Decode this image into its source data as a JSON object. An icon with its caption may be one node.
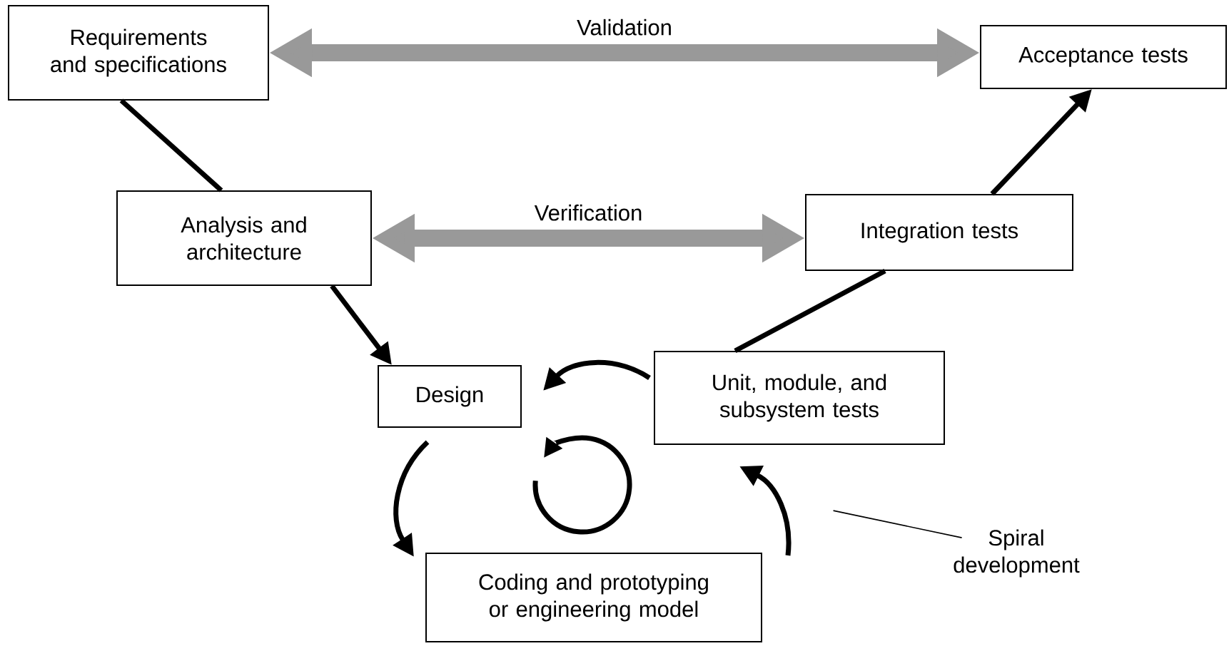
{
  "diagram": {
    "nodes": [
      {
        "text": [
          "Requirements and specifications"
        ]
      },
      {
        "text": [
          "Acceptance tests"
        ]
      },
      {
        "text": [
          "Analysis and architecture"
        ]
      },
      {
        "text": [
          "Integration tests"
        ]
      },
      {
        "text": [
          "Design"
        ]
      },
      {
        "text": [
          "Unit, module, and subsystem tests"
        ]
      },
      {
        "text": [
          "Coding and prototyping or engineering model"
        ]
      },
      {
        "text": [
          "Spiral development"
        ]
      }
    ],
    "edges": [
      {
        "from": 0,
        "to": 1,
        "arrow": "both",
        "label": "Validation",
        "style": "thick",
        "color": "#999999"
      },
      {
        "from": 0,
        "to": 2,
        "arrow": "none"
      },
      {
        "from": 2,
        "to": 3,
        "arrow": "both",
        "label": "Verification",
        "style": "thick",
        "color": "#999999"
      },
      {
        "from": 2,
        "to": 4,
        "arrow": "to"
      },
      {
        "from": 5,
        "to": 3,
        "arrow": "none"
      },
      {
        "from": 3,
        "to": 1,
        "arrow": "to"
      },
      {
        "from": 5,
        "to": 4,
        "arrow": "to"
      },
      {
        "from": 4,
        "to": 6,
        "arrow": "to"
      },
      {
        "from": 6,
        "to": 5,
        "arrow": "to"
      },
      {
        "from": 7,
        "to": null,
        "arrow": "none"
      }
    ]
  }
}
